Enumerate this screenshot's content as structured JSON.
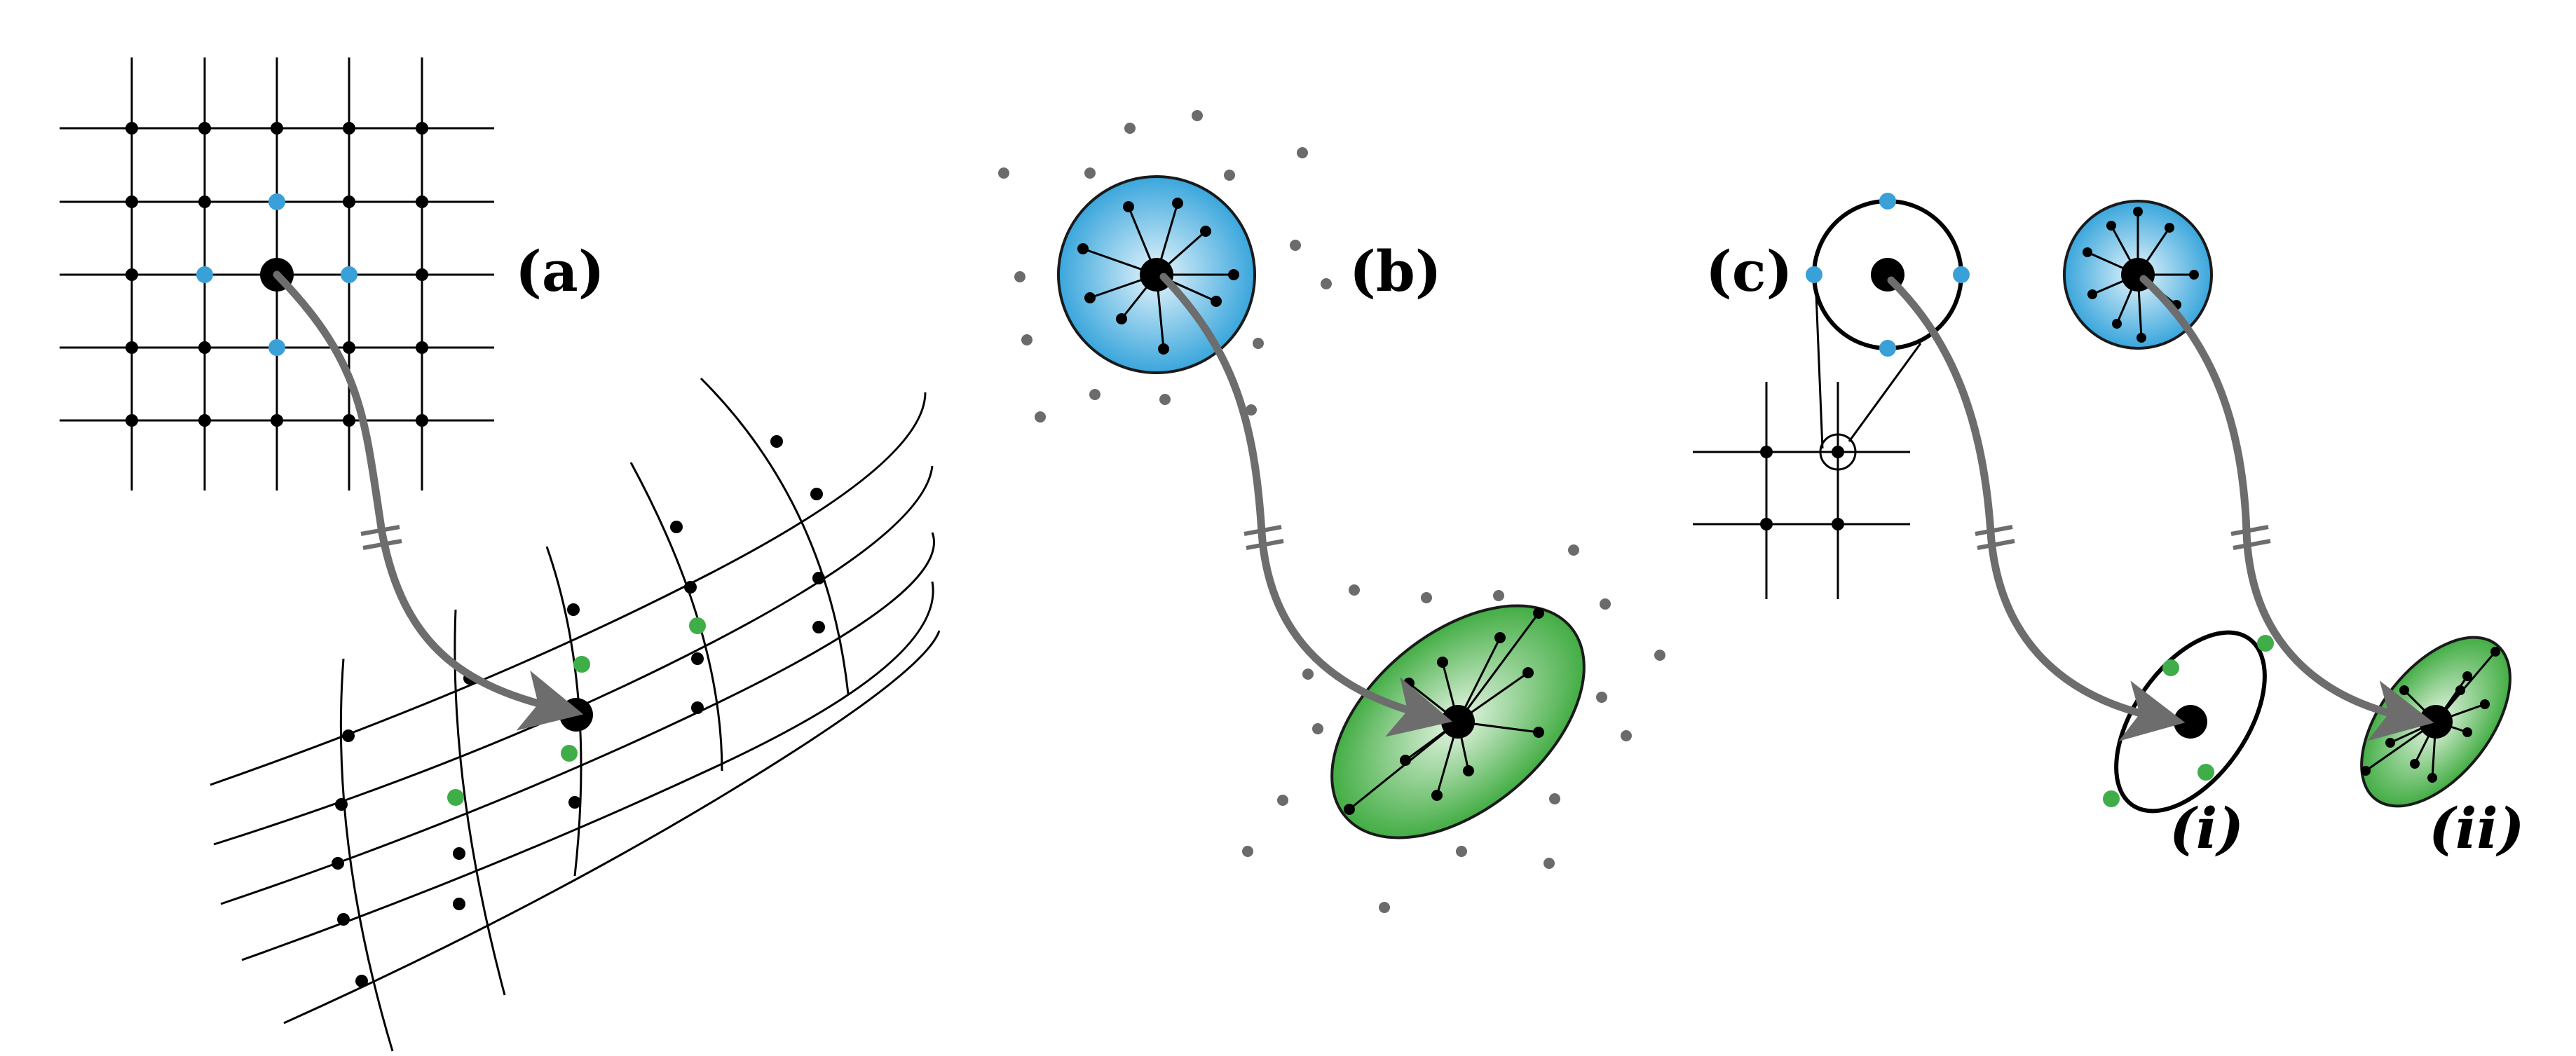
{
  "labels": {
    "a": "(a)",
    "b": "(b)",
    "c": "(c)",
    "i": "(i)",
    "ii": "(ii)"
  },
  "colors": {
    "line": "#000000",
    "arrow": "#6d6d6d",
    "blue_node": "#3aa0d8",
    "green_node": "#3fae49",
    "blue_fill_inner": "#d9effa",
    "blue_fill_outer": "#3aa6dc",
    "green_fill_inner": "#dff2dc",
    "green_fill_outer": "#43ad44",
    "scatter_point": "#6b6b6b"
  }
}
